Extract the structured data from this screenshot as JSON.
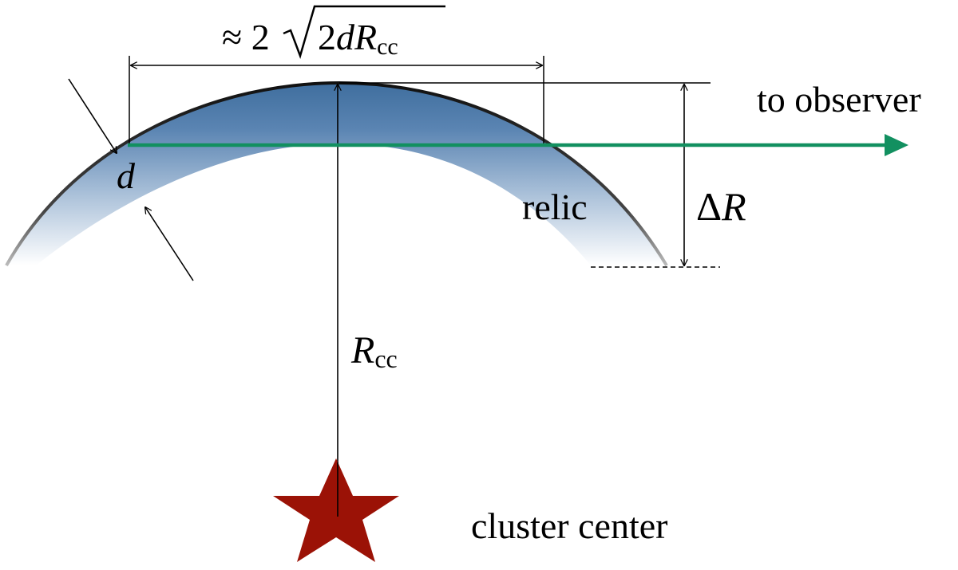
{
  "labels": {
    "width_prefix": "≈ 2",
    "width_d": "dR",
    "width_sub": "cc",
    "observer": "to observer",
    "thickness": "d",
    "relic": "relic",
    "delta_r_prefix": "Δ",
    "delta_r_var": "R",
    "radius_var": "R",
    "radius_sub": "cc",
    "center": "cluster center"
  },
  "colors": {
    "relic_dark": "#3f6e9e",
    "relic_light": "#ffffff",
    "observer_arrow": "#129060",
    "star": "#9b1206",
    "line": "#000000"
  },
  "icons": {
    "center_marker": "star-icon"
  }
}
